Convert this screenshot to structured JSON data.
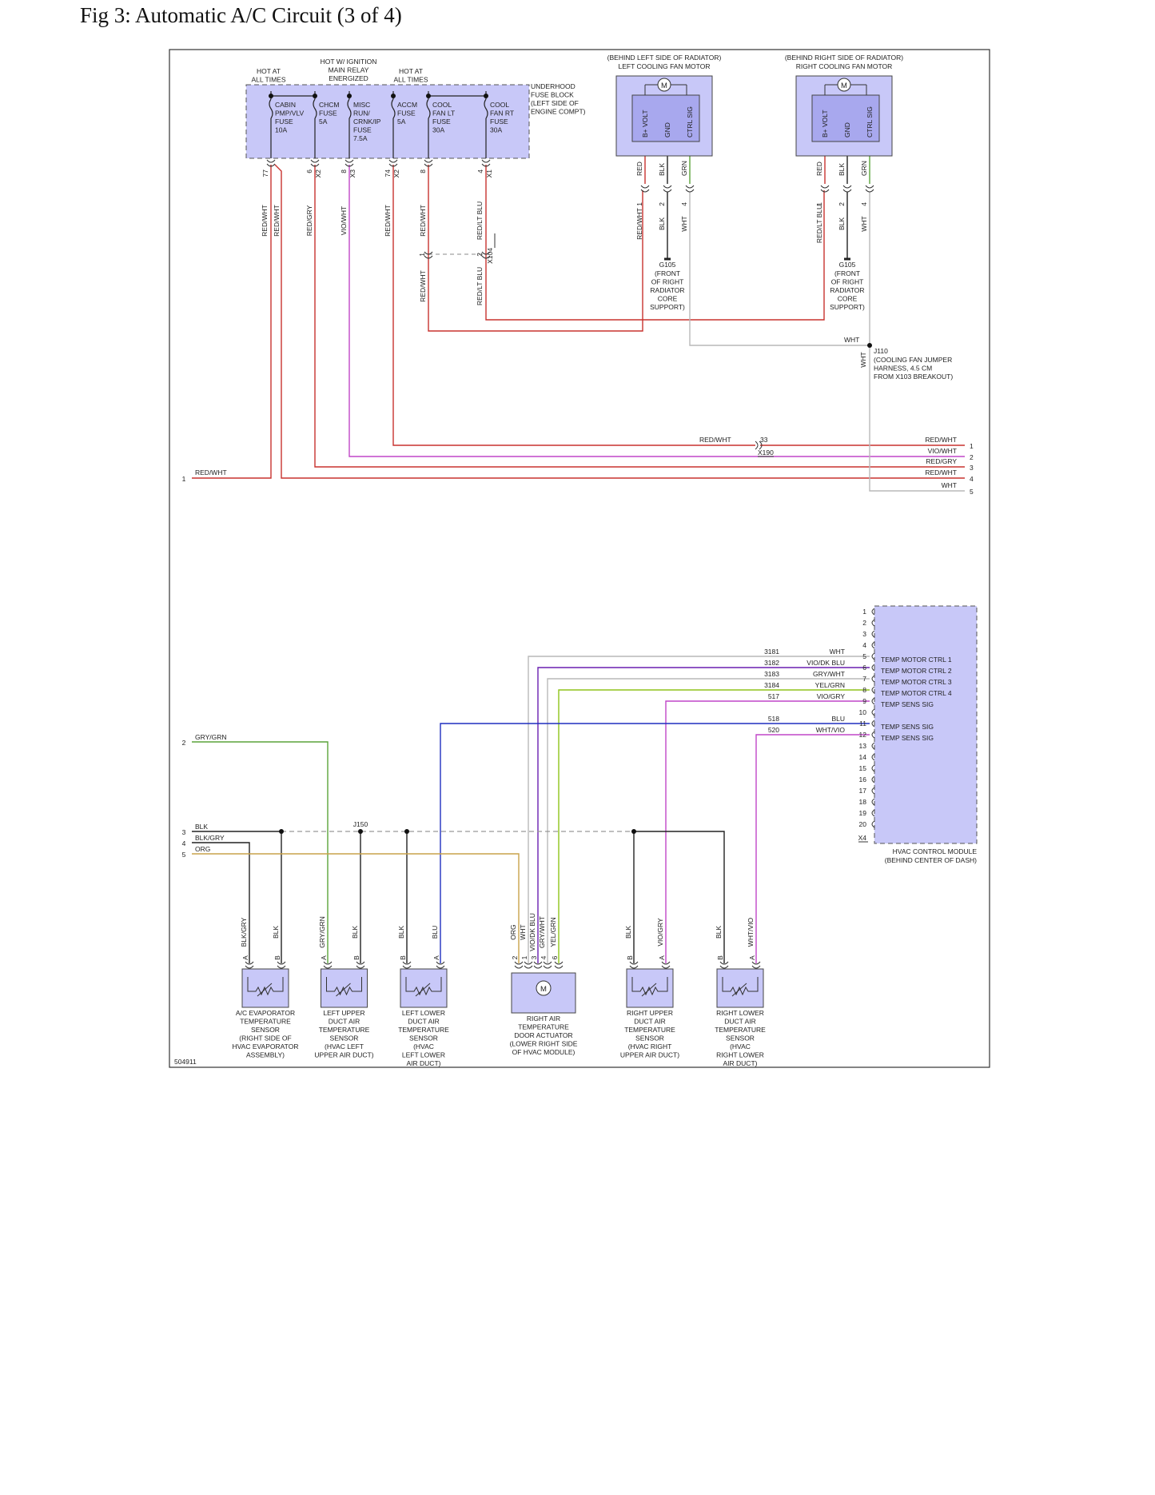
{
  "title": "Fig 3: Automatic A/C Circuit (3 of 4)",
  "figure_id": "504911",
  "colors": {
    "red": "#c8322f",
    "vio": "#c046c8",
    "green": "#5aa43a",
    "blue": "#1f2fbf",
    "purple": "#6a1fb0",
    "gray": "#b9b9b9",
    "lime": "#8fc41a",
    "black": "#222222",
    "orange": "#c9a24a",
    "component_fill": "#c8c8f8",
    "component_inner": "#a8a8ee"
  },
  "fuse_block": {
    "label_lines": [
      "UNDERHOOD",
      "FUSE BLOCK",
      "(LEFT SIDE OF",
      "ENGINE COMPT)"
    ],
    "hot_labels": [
      {
        "lines": [
          "HOT AT",
          "ALL TIMES"
        ]
      },
      {
        "lines": [
          "HOT W/ IGNITION",
          "MAIN RELAY",
          "ENERGIZED"
        ]
      },
      {
        "lines": [
          "HOT AT",
          "ALL TIMES"
        ]
      }
    ],
    "fuses": [
      {
        "lines": [
          "CABIN",
          "PMP/VLV",
          "FUSE",
          "10A"
        ]
      },
      {
        "lines": [
          "CHCM",
          "FUSE",
          "5A"
        ]
      },
      {
        "lines": [
          "MISC",
          "RUN/",
          "CRNK/IP",
          "FUSE",
          "7.5A"
        ]
      },
      {
        "lines": [
          "ACCM",
          "FUSE",
          "5A"
        ]
      },
      {
        "lines": [
          "COOL",
          "FAN LT",
          "FUSE",
          "30A"
        ]
      },
      {
        "lines": [
          "COOL",
          "FAN RT",
          "FUSE",
          "30A"
        ]
      }
    ],
    "pins": [
      {
        "pin": "77",
        "conn": ""
      },
      {
        "pin": "6",
        "conn": "X2"
      },
      {
        "pin": "8",
        "conn": "X3"
      },
      {
        "pin": "74",
        "conn": "X2"
      },
      {
        "pin": "8",
        "conn": ""
      },
      {
        "pin": "4",
        "conn": "X1"
      }
    ],
    "wires": [
      "RED/WHT",
      "RED/WHT",
      "RED/GRY",
      "VIO/WHT",
      "RED/WHT",
      "RED/WHT",
      "RED/LT BLU"
    ]
  },
  "x104": {
    "label": "X104",
    "pins": [
      "1",
      "2"
    ],
    "wires": [
      "RED/WHT",
      "RED/LT BLU"
    ]
  },
  "left_fan": {
    "location": "(BEHIND LEFT SIDE OF RADIATOR)",
    "name": "LEFT COOLING FAN MOTOR",
    "motor": "M",
    "terminals": [
      "B+ VOLT",
      "GND",
      "CTRL SIG"
    ],
    "wires_top": [
      "RED",
      "BLK",
      "GRN"
    ],
    "pins": [
      "1",
      "2",
      "4"
    ],
    "wires_bottom": [
      "RED/WHT",
      "BLK",
      "WHT"
    ],
    "ground": {
      "label": "G105",
      "lines": [
        "(FRONT",
        "OF RIGHT",
        "RADIATOR",
        "CORE",
        "SUPPORT)"
      ]
    }
  },
  "right_fan": {
    "location": "(BEHIND RIGHT SIDE OF RADIATOR)",
    "name": "RIGHT COOLING FAN MOTOR",
    "motor": "M",
    "terminals": [
      "B+ VOLT",
      "GND",
      "CTRL SIG"
    ],
    "wires_top": [
      "RED",
      "BLK",
      "GRN"
    ],
    "pins": [
      "1",
      "2",
      "4"
    ],
    "wires_bottom": [
      "RED/LT BLU",
      "BLK",
      "WHT"
    ],
    "ground": {
      "label": "G105",
      "lines": [
        "(FRONT",
        "OF RIGHT",
        "RADIATOR",
        "CORE",
        "SUPPORT)"
      ]
    }
  },
  "j110": {
    "label": "J110",
    "lines": [
      "(COOLING FAN JUMPER",
      "HARNESS, 4.5 CM",
      "FROM X103 BREAKOUT)"
    ],
    "wire_h": "WHT",
    "wire_v": "WHT"
  },
  "x190": {
    "label": "X190",
    "pin": "33",
    "wire": "RED/WHT"
  },
  "right_outputs": [
    {
      "num": "1",
      "wire": "RED/WHT"
    },
    {
      "num": "2",
      "wire": "VIO/WHT"
    },
    {
      "num": "3",
      "wire": "RED/GRY"
    },
    {
      "num": "4",
      "wire": "RED/WHT"
    },
    {
      "num": "5",
      "wire": "WHT"
    }
  ],
  "left_refs": [
    {
      "num": "1",
      "wire": "RED/WHT"
    },
    {
      "num": "2",
      "wire": "GRY/GRN"
    },
    {
      "num": "3",
      "wire": "BLK"
    },
    {
      "num": "4",
      "wire": "BLK/GRY"
    },
    {
      "num": "5",
      "wire": "ORG"
    }
  ],
  "j150": {
    "label": "J150"
  },
  "hvac_module": {
    "name_lines": [
      "HVAC CONTROL MODULE",
      "(BEHIND CENTER OF DASH)"
    ],
    "connector": "X4",
    "pins": [
      "1",
      "2",
      "3",
      "4",
      "5",
      "6",
      "7",
      "8",
      "9",
      "10",
      "11",
      "12",
      "13",
      "14",
      "15",
      "16",
      "17",
      "18",
      "19",
      "20"
    ],
    "circuits": [
      {
        "pin": "5",
        "circuit": "3181",
        "wire": "WHT",
        "func": "TEMP MOTOR CTRL 1"
      },
      {
        "pin": "6",
        "circuit": "3182",
        "wire": "VIO/DK BLU",
        "func": "TEMP MOTOR CTRL 2"
      },
      {
        "pin": "7",
        "circuit": "3183",
        "wire": "GRY/WHT",
        "func": "TEMP MOTOR CTRL 3"
      },
      {
        "pin": "8",
        "circuit": "3184",
        "wire": "YEL/GRN",
        "func": "TEMP MOTOR CTRL 4"
      },
      {
        "pin": "9",
        "circuit": "517",
        "wire": "VIO/GRY",
        "func": "TEMP SENS SIG"
      },
      {
        "pin": "11",
        "circuit": "518",
        "wire": "BLU",
        "func": "TEMP SENS SIG"
      },
      {
        "pin": "12",
        "circuit": "520",
        "wire": "WHT/VIO",
        "func": "TEMP SENS SIG"
      }
    ]
  },
  "sensors": [
    {
      "lines": [
        "A/C EVAPORATOR",
        "TEMPERATURE",
        "SENSOR",
        "(RIGHT SIDE OF",
        "HVAC EVAPORATOR",
        "ASSEMBLY)"
      ],
      "pins": [
        "A",
        "B"
      ],
      "wires": [
        "BLK/GRY",
        "BLK"
      ]
    },
    {
      "lines": [
        "LEFT UPPER",
        "DUCT AIR",
        "TEMPERATURE",
        "SENSOR",
        "(HVAC LEFT",
        "UPPER AIR DUCT)"
      ],
      "pins": [
        "A",
        "B"
      ],
      "wires": [
        "GRY/GRN",
        "BLK"
      ]
    },
    {
      "lines": [
        "LEFT LOWER",
        "DUCT AIR",
        "TEMPERATURE",
        "SENSOR",
        "(HVAC",
        "LEFT LOWER",
        "AIR DUCT)"
      ],
      "pins": [
        "B",
        "A"
      ],
      "wires": [
        "BLK",
        "BLU"
      ]
    },
    {
      "lines": [
        "RIGHT UPPER",
        "DUCT AIR",
        "TEMPERATURE",
        "SENSOR",
        "(HVAC RIGHT",
        "UPPER AIR DUCT)"
      ],
      "pins": [
        "B",
        "A"
      ],
      "wires": [
        "BLK",
        "VIO/GRY"
      ]
    },
    {
      "lines": [
        "RIGHT LOWER",
        "DUCT AIR",
        "TEMPERATURE",
        "SENSOR",
        "(HVAC",
        "RIGHT LOWER",
        "AIR DUCT)"
      ],
      "pins": [
        "B",
        "A"
      ],
      "wires": [
        "BLK",
        "WHT/VIO"
      ]
    }
  ],
  "actuator": {
    "lines": [
      "RIGHT AIR",
      "TEMPERATURE",
      "DOOR ACTUATOR",
      "(LOWER RIGHT SIDE",
      "OF HVAC MODULE)"
    ],
    "motor": "M",
    "pins": [
      "2",
      "1",
      "3",
      "4",
      "6"
    ],
    "wires": [
      "ORG",
      "WHT",
      "VIO/DK BLU",
      "GRY/WHT",
      "YEL/GRN"
    ]
  }
}
